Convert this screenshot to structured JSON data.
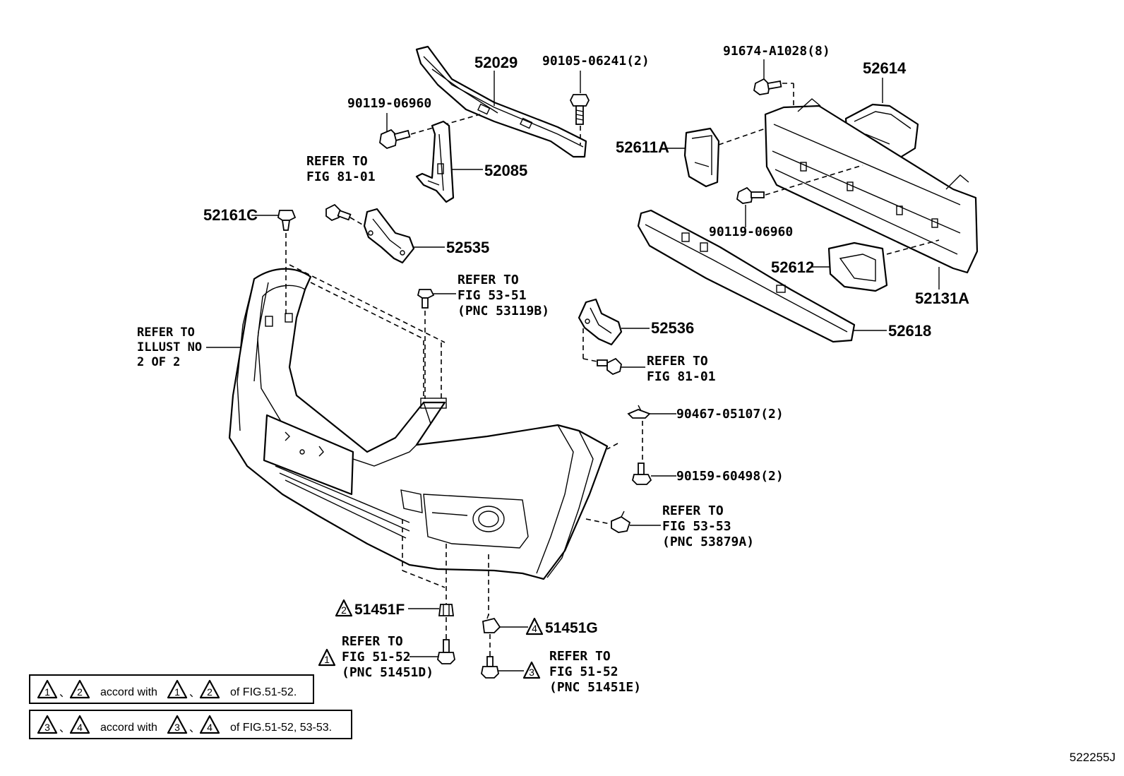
{
  "parts": {
    "p52029": "52029",
    "p90105": "90105-06241(2)",
    "p90119a": "90119-06960",
    "p52085": "52085",
    "p52161C": "52161C",
    "p52535": "52535",
    "p91674": "91674-A1028(8)",
    "p52614": "52614",
    "p52611A": "52611A",
    "p90119b": "90119-06960",
    "p52612": "52612",
    "p52131A": "52131A",
    "p52618": "52618",
    "p52536": "52536",
    "p90467": "90467-05107(2)",
    "p90159": "90159-60498(2)",
    "p51451F": "51451F",
    "p51451G": "51451G"
  },
  "refs": {
    "ref1": [
      "REFER TO",
      "FIG 81-01"
    ],
    "ref2": [
      "REFER TO",
      "FIG 53-51",
      "(PNC 53119B)"
    ],
    "ref3": [
      "REFER TO",
      "ILLUST NO",
      "2 OF 2"
    ],
    "ref4": [
      "REFER TO",
      "FIG 81-01"
    ],
    "ref5": [
      "REFER TO",
      "FIG 53-53",
      "(PNC 53879A)"
    ],
    "ref6": [
      "REFER TO",
      "FIG 51-52",
      "(PNC 51451D)"
    ],
    "ref7": [
      "REFER TO",
      "FIG 51-52",
      "(PNC 51451E)"
    ]
  },
  "triangles": {
    "t51451F": "2",
    "t51451G": "4",
    "tref6": "1",
    "tref7": "3"
  },
  "notes": {
    "note1": {
      "a": "1",
      "b": "2",
      "sep": "、",
      "mid": "accord with",
      "c": "1",
      "d": "2",
      "tail": "of FIG.51-52."
    },
    "note2": {
      "a": "3",
      "b": "4",
      "sep": "、",
      "mid": "accord with",
      "c": "3",
      "d": "4",
      "tail": "of FIG.51-52, 53-53."
    }
  },
  "figure_id": "522255J"
}
